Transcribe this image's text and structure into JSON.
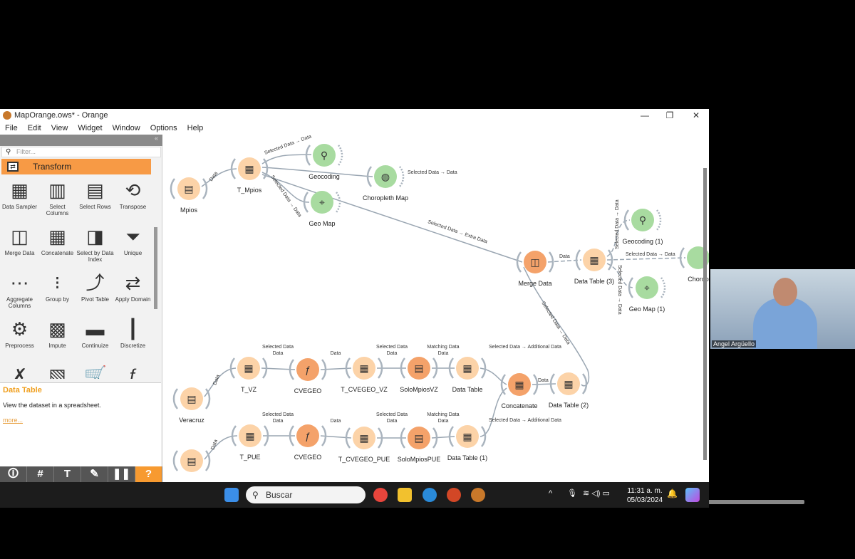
{
  "window": {
    "title": "MapOrange.ows* - Orange",
    "minimize": "—",
    "maximize": "❐",
    "close": "✕"
  },
  "menu": [
    "File",
    "Edit",
    "View",
    "Widget",
    "Window",
    "Options",
    "Help"
  ],
  "toolbox": {
    "collapse": "«",
    "filter_placeholder": "Filter...",
    "category": "Transform",
    "widgets": [
      {
        "label": "Data Sampler",
        "icon": "▦"
      },
      {
        "label": "Select Columns",
        "icon": "▥"
      },
      {
        "label": "Select Rows",
        "icon": "▤"
      },
      {
        "label": "Transpose",
        "icon": "⟲"
      },
      {
        "label": "Merge Data",
        "icon": "◫"
      },
      {
        "label": "Concatenate",
        "icon": "▦"
      },
      {
        "label": "Select by Data Index",
        "icon": "◨"
      },
      {
        "label": "Unique",
        "icon": "⏷"
      },
      {
        "label": "Aggregate Columns",
        "icon": "⋯"
      },
      {
        "label": "Group by",
        "icon": "⁝"
      },
      {
        "label": "Pivot Table",
        "icon": "⤴"
      },
      {
        "label": "Apply Domain",
        "icon": "⇄"
      },
      {
        "label": "Preprocess",
        "icon": "⚙"
      },
      {
        "label": "Impute",
        "icon": "▩"
      },
      {
        "label": "Continuize",
        "icon": "▬"
      },
      {
        "label": "Discretize",
        "icon": "┃"
      },
      {
        "label": "",
        "icon": "✗"
      },
      {
        "label": "",
        "icon": "▧"
      },
      {
        "label": "",
        "icon": "🛒"
      },
      {
        "label": "",
        "icon": "ƒ"
      }
    ]
  },
  "description": {
    "title": "Data Table",
    "text": "View the dataset in a spreadsheet.",
    "more": "more..."
  },
  "bottom_toolbar": [
    "🛈",
    "#",
    "T",
    "✎",
    "❚❚",
    "?"
  ],
  "nodes": {
    "mpios": "Mpios",
    "t_mpios": "T_Mpios",
    "geocoding": "Geocoding",
    "choropleth": "Choropleth Map",
    "geomap": "Geo Map",
    "merge": "Merge Data",
    "dt3": "Data Table (3)",
    "geocoding1": "Geocoding (1)",
    "geomap1": "Geo Map (1)",
    "chorop": "Chorop",
    "veracruz": "Veracruz",
    "t_vz": "T_VZ",
    "cvegeo_vz": "CVEGEO",
    "t_cvegeo_vz": "T_CVEGEO_VZ",
    "solovz": "SoloMpiosVZ",
    "dt": "Data Table",
    "concat": "Concatenate",
    "dt2": "Data Table (2)",
    "t_pue": "T_PUE",
    "cvegeo_pue": "CVEGEO",
    "t_cvegeo_pue": "T_CVEGEO_PUE",
    "solopue": "SoloMpiosPUE",
    "dt1": "Data Table (1)"
  },
  "links": {
    "data": "Data",
    "sel_data": "Selected Data → Data",
    "sel_data_a": "Selected Data",
    "sel_extra": "Selected Data → Extra Data",
    "matching": "Matching Data",
    "sel_add": "Selected Data → Additional Data"
  },
  "taskbar": {
    "search": "Buscar",
    "time": "11:31 a. m.",
    "date": "05/03/2024"
  },
  "webcam": {
    "name": "Angel Argüello"
  },
  "colors": {
    "orange": "#f79a45",
    "node_light": "#fcd3a8",
    "node_dark": "#f4a26a",
    "node_green": "#a8dba0"
  }
}
